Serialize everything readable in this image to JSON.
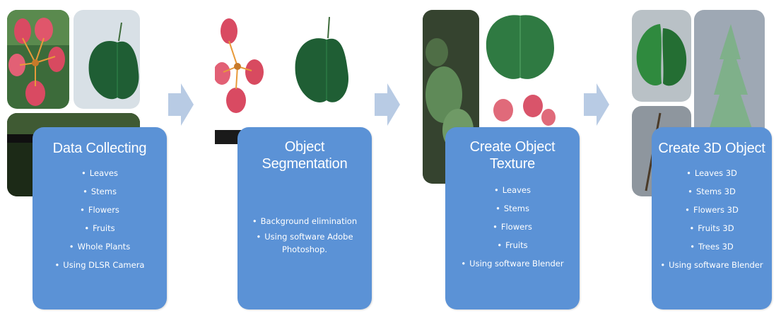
{
  "steps": [
    {
      "title": "Data Collecting",
      "items": [
        "Leaves",
        "Stems",
        "Flowers",
        "Fruits",
        "Whole Plants",
        "Using DLSR Camera"
      ],
      "image_content": [
        "red-flower-photo",
        "green-leaf-photo",
        "stem-photo"
      ]
    },
    {
      "title": "Object Segmentation",
      "items": [
        "Background elimination",
        "Using software Adobe Photoshop."
      ],
      "image_content": [
        "segmented-flower",
        "segmented-leaf",
        "segmented-stem"
      ]
    },
    {
      "title": "Create Object Texture",
      "items": [
        "Leaves",
        "Stems",
        "Flowers",
        "Fruits",
        "Using software Blender"
      ],
      "image_content": [
        "bark-texture",
        "leaf-texture",
        "flower-texture"
      ]
    },
    {
      "title": "Create 3D Object",
      "items": [
        "Leaves 3D",
        "Stems 3D",
        "Flowers 3D",
        "Fruits 3D",
        "Trees 3D",
        "Using software Blender"
      ],
      "image_content": [
        "3d-leaf-render",
        "3d-tree-render",
        "3d-stem-render"
      ]
    }
  ],
  "colors": {
    "card": "#5b92d6",
    "card_text": "#ffffff",
    "arrow": "#b8cbe4"
  }
}
